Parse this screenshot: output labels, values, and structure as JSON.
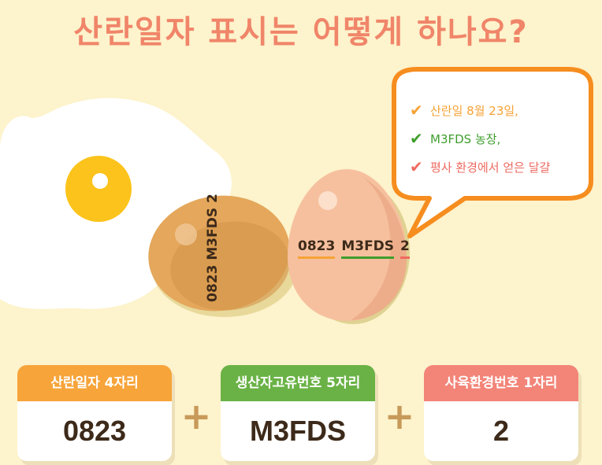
{
  "title": "산란일자 표시는 어떻게 하나요?",
  "bubble": {
    "lines": [
      {
        "text": "산란일 8월 23일,",
        "check_color": "#f6a235",
        "text_color": "#f6a235"
      },
      {
        "text": "M3FDS 농장,",
        "check_color": "#3f9e2e",
        "text_color": "#3f9e2e"
      },
      {
        "text": "평사 환경에서 얻은 달걀",
        "check_color": "#ee6a60",
        "text_color": "#ee6a60"
      }
    ],
    "border_color": "#f68d1f"
  },
  "egg_left": {
    "code": "0823 M3FDS 2"
  },
  "egg_right": {
    "segments": [
      {
        "text": "0823",
        "underline_color": "#f6a235"
      },
      {
        "text": "M3FDS",
        "underline_color": "#3f9e2e"
      },
      {
        "text": "2",
        "underline_color": "#ee6a60"
      }
    ]
  },
  "boxes": [
    {
      "label": "산란일자 4자리",
      "value": "0823",
      "color": "#f7a43a"
    },
    {
      "label": "생산자고유번호 5자리",
      "value": "M3FDS",
      "color": "#6ab246"
    },
    {
      "label": "사육환경번호 1자리",
      "value": "2",
      "color": "#f38478"
    }
  ],
  "plus_sign": "+"
}
